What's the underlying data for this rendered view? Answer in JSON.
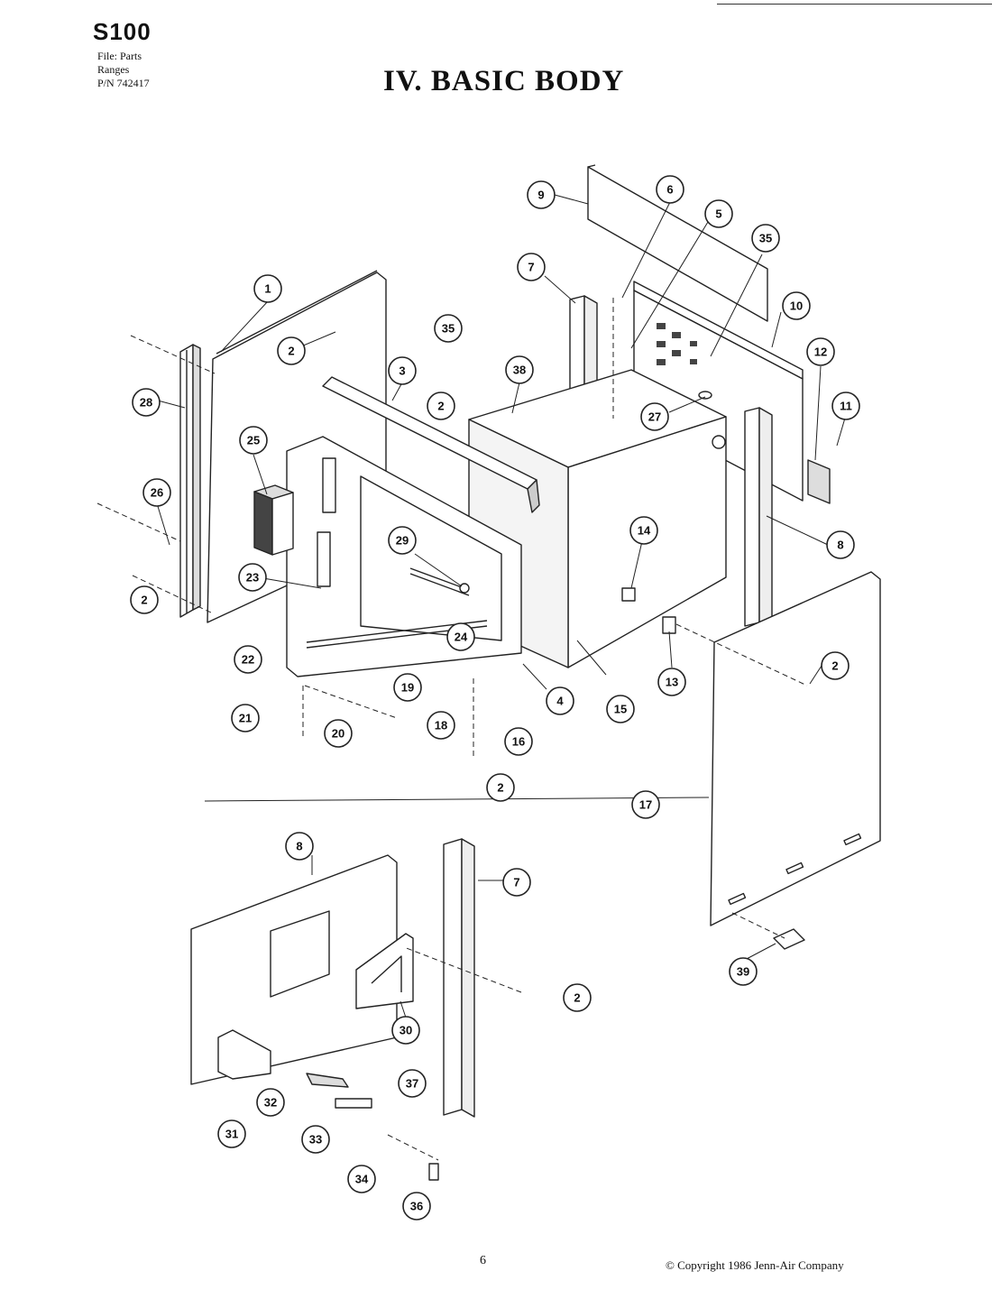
{
  "header": {
    "model": "S100",
    "meta": [
      "File: Parts",
      "Ranges",
      "P/N 742417"
    ],
    "title": "IV. BASIC BODY"
  },
  "footer": {
    "page_number": "6",
    "copyright": "© Copyright 1986 Jenn-Air Company"
  },
  "callouts": [
    {
      "label": "9"
    },
    {
      "label": "6"
    },
    {
      "label": "5"
    },
    {
      "label": "35"
    },
    {
      "label": "7"
    },
    {
      "label": "1"
    },
    {
      "label": "10"
    },
    {
      "label": "35"
    },
    {
      "label": "2"
    },
    {
      "label": "3"
    },
    {
      "label": "38"
    },
    {
      "label": "12"
    },
    {
      "label": "28"
    },
    {
      "label": "2"
    },
    {
      "label": "27"
    },
    {
      "label": "11"
    },
    {
      "label": "25"
    },
    {
      "label": "26"
    },
    {
      "label": "8"
    },
    {
      "label": "29"
    },
    {
      "label": "14"
    },
    {
      "label": "23"
    },
    {
      "label": "2"
    },
    {
      "label": "24"
    },
    {
      "label": "13"
    },
    {
      "label": "22"
    },
    {
      "label": "4"
    },
    {
      "label": "15"
    },
    {
      "label": "2"
    },
    {
      "label": "19"
    },
    {
      "label": "21"
    },
    {
      "label": "20"
    },
    {
      "label": "18"
    },
    {
      "label": "16"
    },
    {
      "label": "2"
    },
    {
      "label": "17"
    },
    {
      "label": "8"
    },
    {
      "label": "7"
    },
    {
      "label": "39"
    },
    {
      "label": "2"
    },
    {
      "label": "30"
    },
    {
      "label": "32"
    },
    {
      "label": "37"
    },
    {
      "label": "31"
    },
    {
      "label": "33"
    },
    {
      "label": "34"
    },
    {
      "label": "36"
    }
  ]
}
